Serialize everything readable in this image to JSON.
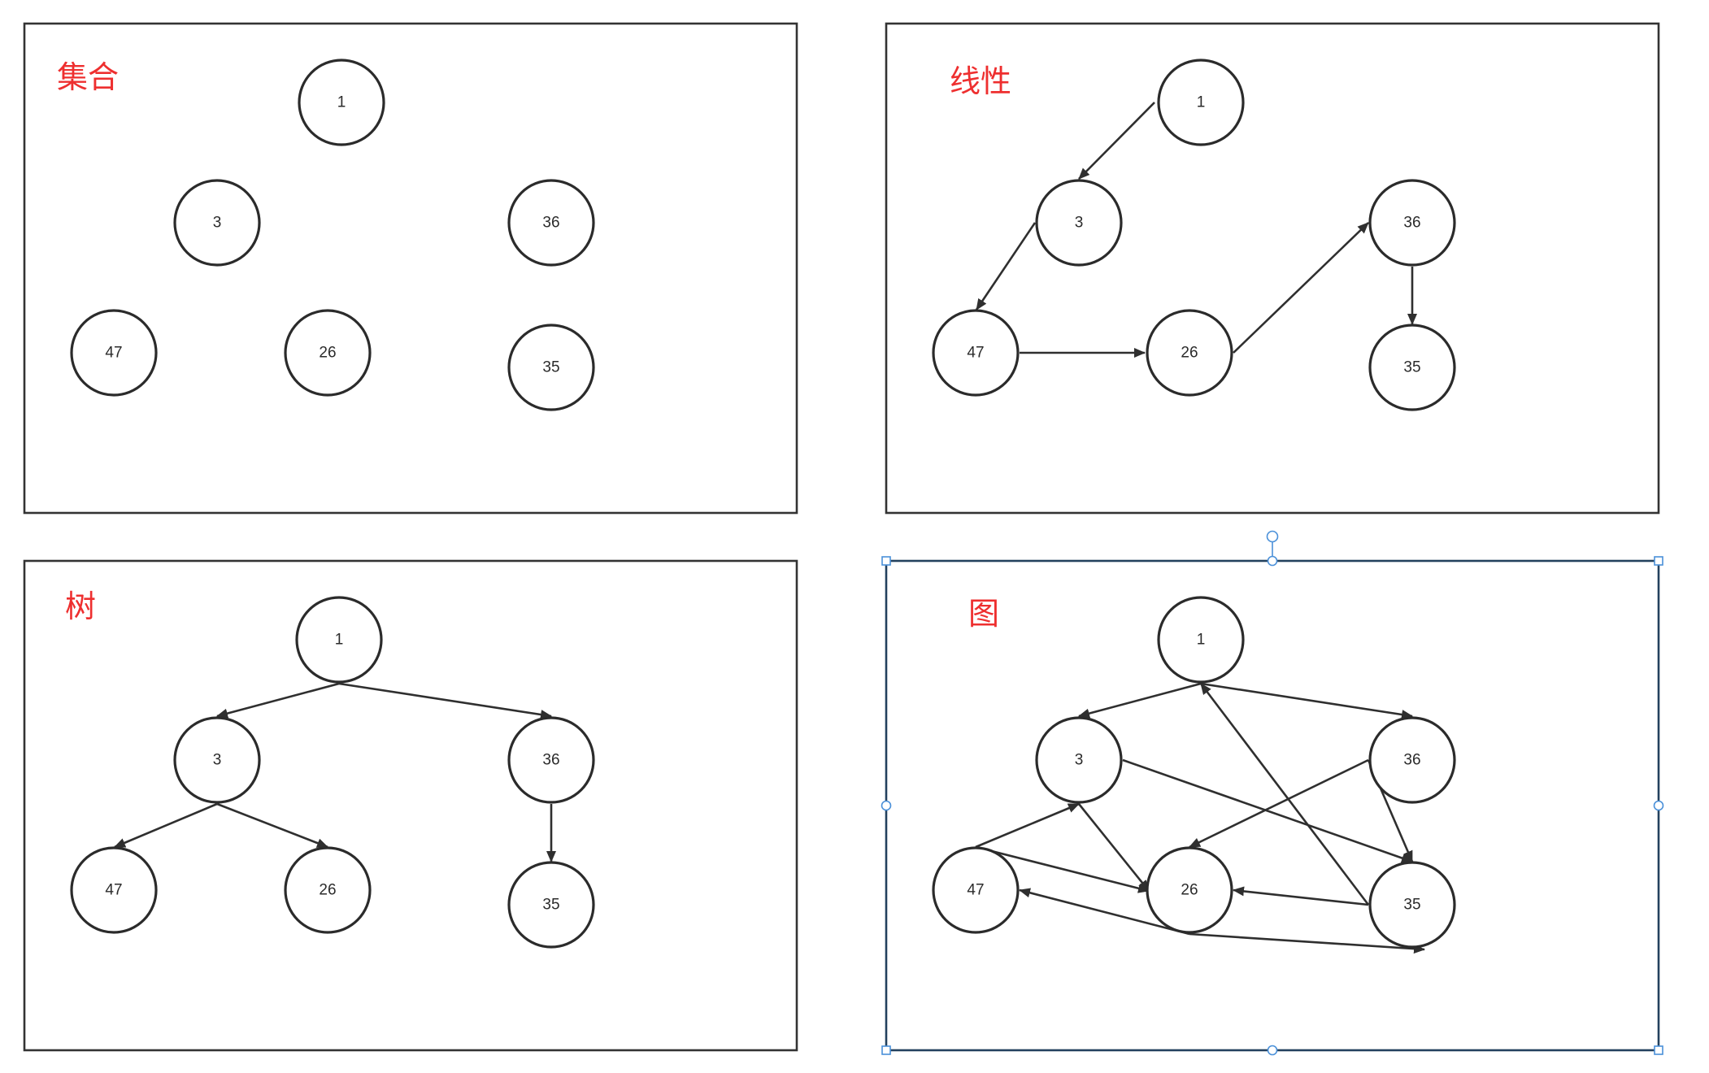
{
  "panels": [
    {
      "id": "set",
      "title": "集合",
      "nodes": [
        {
          "id": "n1",
          "label": "1"
        },
        {
          "id": "n3",
          "label": "3"
        },
        {
          "id": "n36",
          "label": "36"
        },
        {
          "id": "n47",
          "label": "47"
        },
        {
          "id": "n26",
          "label": "26"
        },
        {
          "id": "n35",
          "label": "35"
        }
      ],
      "edges": []
    },
    {
      "id": "linear",
      "title": "线性",
      "nodes": [
        {
          "id": "n1",
          "label": "1"
        },
        {
          "id": "n3",
          "label": "3"
        },
        {
          "id": "n36",
          "label": "36"
        },
        {
          "id": "n47",
          "label": "47"
        },
        {
          "id": "n26",
          "label": "26"
        },
        {
          "id": "n35",
          "label": "35"
        }
      ],
      "edges": [
        {
          "from": "n1",
          "to": "n3"
        },
        {
          "from": "n3",
          "to": "n47"
        },
        {
          "from": "n47",
          "to": "n26"
        },
        {
          "from": "n26",
          "to": "n36"
        },
        {
          "from": "n36",
          "to": "n35"
        }
      ]
    },
    {
      "id": "tree",
      "title": "树",
      "nodes": [
        {
          "id": "n1",
          "label": "1"
        },
        {
          "id": "n3",
          "label": "3"
        },
        {
          "id": "n36",
          "label": "36"
        },
        {
          "id": "n47",
          "label": "47"
        },
        {
          "id": "n26",
          "label": "26"
        },
        {
          "id": "n35",
          "label": "35"
        }
      ],
      "edges": [
        {
          "from": "n1",
          "to": "n3"
        },
        {
          "from": "n1",
          "to": "n36"
        },
        {
          "from": "n3",
          "to": "n47"
        },
        {
          "from": "n3",
          "to": "n26"
        },
        {
          "from": "n36",
          "to": "n35"
        }
      ]
    },
    {
      "id": "graph",
      "title": "图",
      "selected": true,
      "nodes": [
        {
          "id": "n1",
          "label": "1"
        },
        {
          "id": "n3",
          "label": "3"
        },
        {
          "id": "n36",
          "label": "36"
        },
        {
          "id": "n47",
          "label": "47"
        },
        {
          "id": "n26",
          "label": "26"
        },
        {
          "id": "n35",
          "label": "35"
        }
      ],
      "edges": [
        {
          "from": "n1",
          "to": "n3"
        },
        {
          "from": "n1",
          "to": "n36"
        },
        {
          "from": "n3",
          "to": "n35"
        },
        {
          "from": "n3",
          "to": "n26"
        },
        {
          "from": "n36",
          "to": "n26"
        },
        {
          "from": "n36",
          "to": "n35"
        },
        {
          "from": "n47",
          "to": "n3"
        },
        {
          "from": "n47",
          "to": "n26"
        },
        {
          "from": "n35",
          "to": "n1"
        },
        {
          "from": "n35",
          "to": "n26"
        },
        {
          "from": "n35",
          "to": "n47"
        },
        {
          "from": "n26",
          "to": "n35"
        }
      ]
    }
  ]
}
